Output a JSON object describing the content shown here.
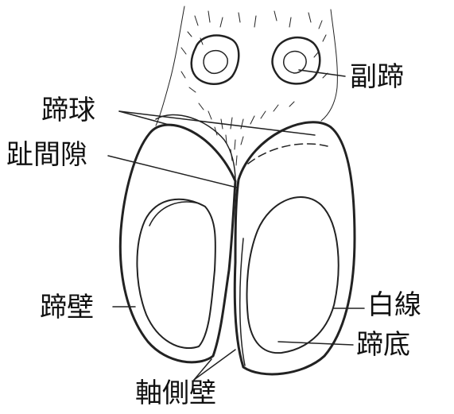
{
  "labels": {
    "dewclaw": "副蹄",
    "heel_bulb": "蹄球",
    "interdigital_space": "趾間隙",
    "hoof_wall": "蹄壁",
    "white_line": "白線",
    "sole": "蹄底",
    "axial_wall": "軸側壁"
  },
  "colors": {
    "ink": "#111111",
    "background": "#ffffff"
  }
}
